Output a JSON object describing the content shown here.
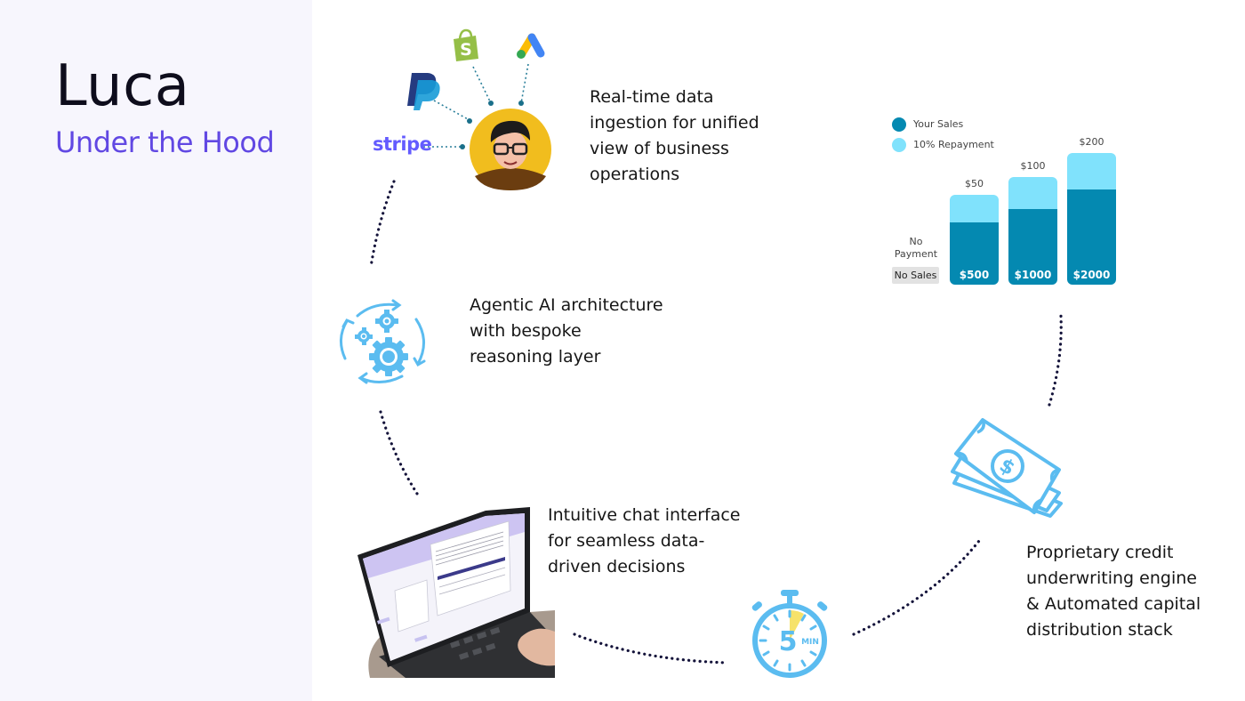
{
  "header": {
    "title": "Luca",
    "subtitle": "Under the Hood"
  },
  "steps": [
    {
      "id": "ingestion",
      "icon": "integrations-hub-icon",
      "description": "Real-time data\ningestion for unified\nview of business\noperations"
    },
    {
      "id": "agentic",
      "icon": "gears-cycle-icon",
      "description": "Agentic AI architecture\nwith bespoke\nreasoning layer"
    },
    {
      "id": "chat",
      "icon": "laptop-chat-image",
      "description": "Intuitive chat interface\nfor seamless data-\ndriven decisions"
    },
    {
      "id": "timer",
      "icon": "stopwatch-5-min-icon",
      "timer_number": "5",
      "timer_unit": "MIN"
    },
    {
      "id": "credit",
      "icon": "money-bills-icon",
      "description": "Proprietary credit\nunderwriting engine\n& Automated capital\ndistribution stack"
    }
  ],
  "integrations": {
    "stripe": "stripe",
    "logos": [
      "paypal-logo",
      "shopify-logo",
      "google-ads-logo",
      "stripe-logo"
    ]
  },
  "chart_data": {
    "type": "bar",
    "stacked": true,
    "title": "",
    "legend": [
      {
        "name": "Your Sales",
        "color": "#0489b1"
      },
      {
        "name": "10% Repayment",
        "color": "#80e2fc"
      }
    ],
    "legend_position": "top-left",
    "categories": [
      "No Sales",
      "$500",
      "$1000",
      "$2000"
    ],
    "series": [
      {
        "name": "Your Sales",
        "values": [
          0,
          500,
          1000,
          2000
        ]
      },
      {
        "name": "10% Repayment",
        "values": [
          0,
          50,
          100,
          200
        ]
      }
    ],
    "bar_labels": [
      "No Sales",
      "$500",
      "$1000",
      "$2000"
    ],
    "top_labels": [
      "No\nPayment",
      "$50",
      "$100",
      "$200"
    ],
    "ylim": [
      0,
      2200
    ],
    "grid": false,
    "xlabel": "",
    "ylabel": ""
  },
  "colors": {
    "accent": "#6148e3",
    "icon_blue": "#5bbcf0",
    "sales": "#0489b1",
    "repayment": "#80e2fc",
    "dots": "#14133a"
  }
}
